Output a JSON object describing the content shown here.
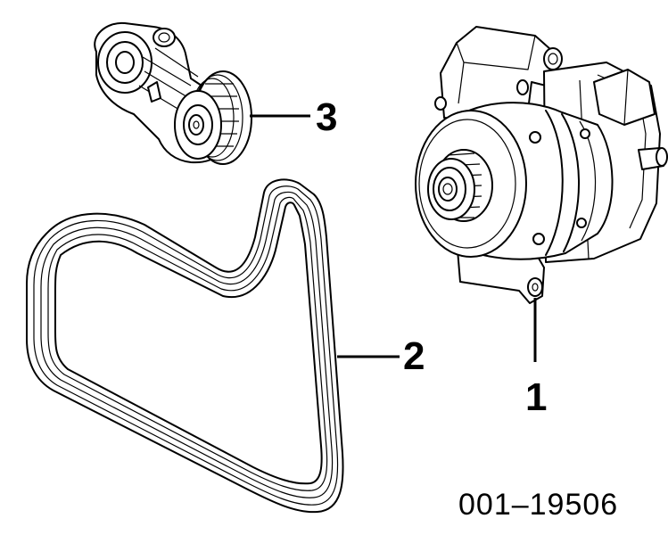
{
  "callouts": {
    "alternator": "1",
    "belt": "2",
    "tensioner": "3"
  },
  "figure_id": "001–19506",
  "colors": {
    "ink": "#000000",
    "paper": "#ffffff"
  }
}
